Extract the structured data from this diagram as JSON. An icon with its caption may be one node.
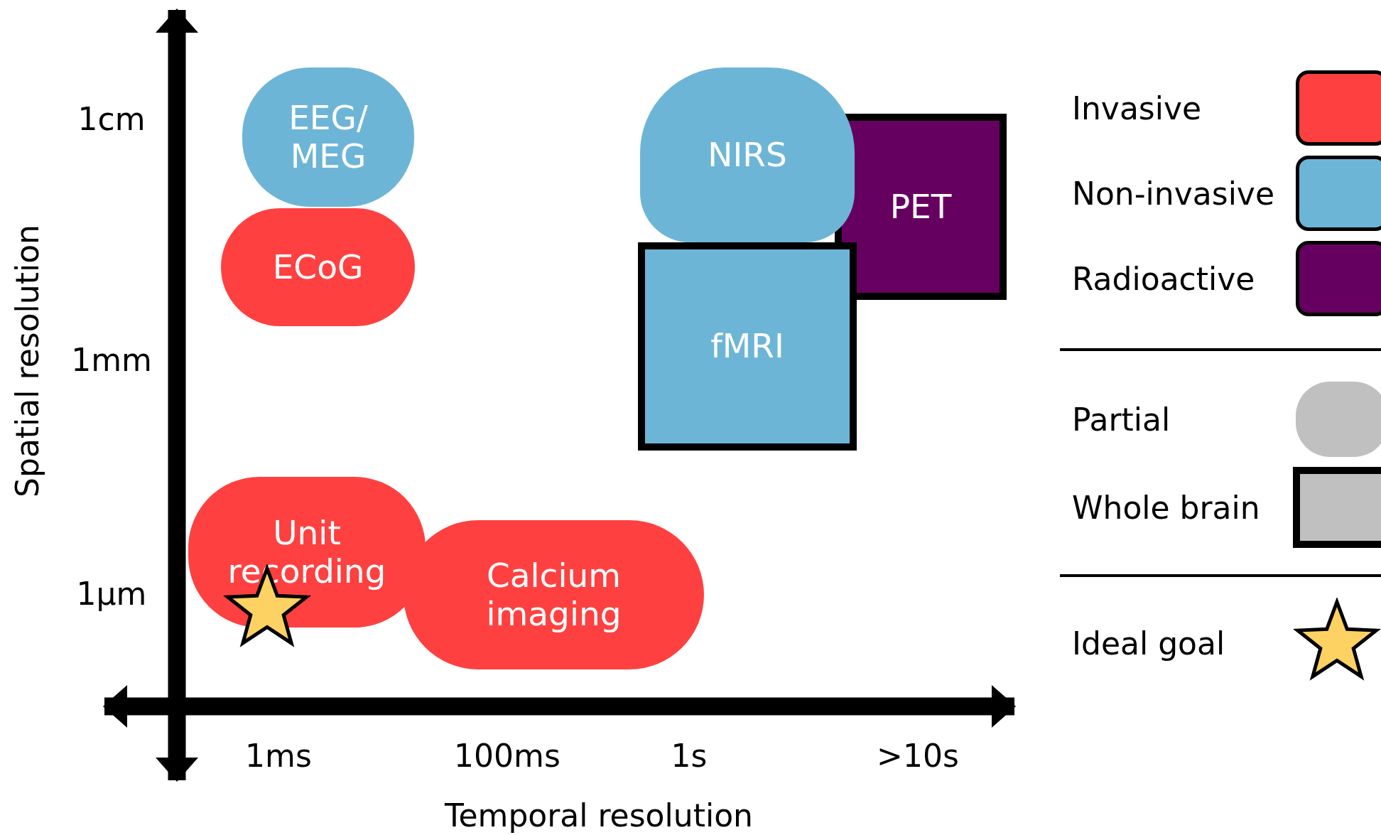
{
  "diagram": {
    "nodes": [
      {
        "text": [
          "EEG/ MEG"
        ]
      },
      {
        "text": [
          "ECoG"
        ]
      },
      {
        "text": [
          "PET"
        ]
      },
      {
        "text": [
          "NIRS"
        ]
      },
      {
        "text": [
          "fMRI"
        ]
      },
      {
        "text": [
          "Calcium imaging"
        ]
      },
      {
        "text": [
          "Unit recording"
        ]
      }
    ],
    "labels": [
      "1cm",
      "1mm",
      "1µm",
      "Spatial resolution",
      "1ms",
      "100ms",
      "1s",
      ">10s",
      "Temporal resolution"
    ],
    "legend": [
      {
        "text": "Invasive",
        "color": "#ff4040"
      },
      {
        "text": "Non-invasive",
        "color": "#6db5d6"
      },
      {
        "text": "Radioactive",
        "color": "#660060"
      },
      {
        "text": "Partial"
      },
      {
        "text": "Whole brain"
      },
      {
        "text": "Ideal goal"
      }
    ]
  }
}
